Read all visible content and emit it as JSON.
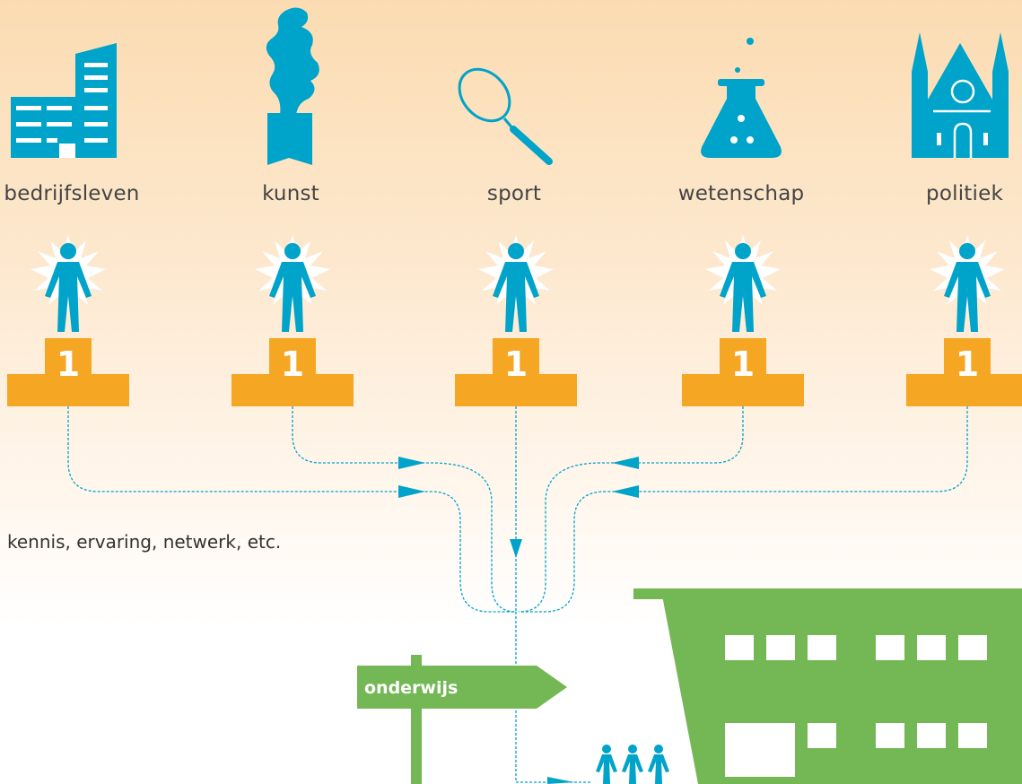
{
  "categories": [
    {
      "label": "bedrijfsleven",
      "icon": "office-building-icon",
      "rank": "1"
    },
    {
      "label": "kunst",
      "icon": "sculpture-icon",
      "rank": "1"
    },
    {
      "label": "sport",
      "icon": "badminton-racket-icon",
      "rank": "1"
    },
    {
      "label": "wetenschap",
      "icon": "lab-flask-icon",
      "rank": "1"
    },
    {
      "label": "politiek",
      "icon": "parliament-building-icon",
      "rank": "1"
    }
  ],
  "caption": "kennis, ervaring, netwerk, etc.",
  "signpost": {
    "label": "onderwijs",
    "icon": "signpost-icon"
  },
  "school": {
    "icon": "school-building-icon"
  },
  "students": {
    "icon": "children-icon"
  },
  "colors": {
    "accent_blue": "#00a3c9",
    "podium_orange": "#f5a623",
    "school_green": "#74b755",
    "background_top": "#fbdcb2"
  }
}
